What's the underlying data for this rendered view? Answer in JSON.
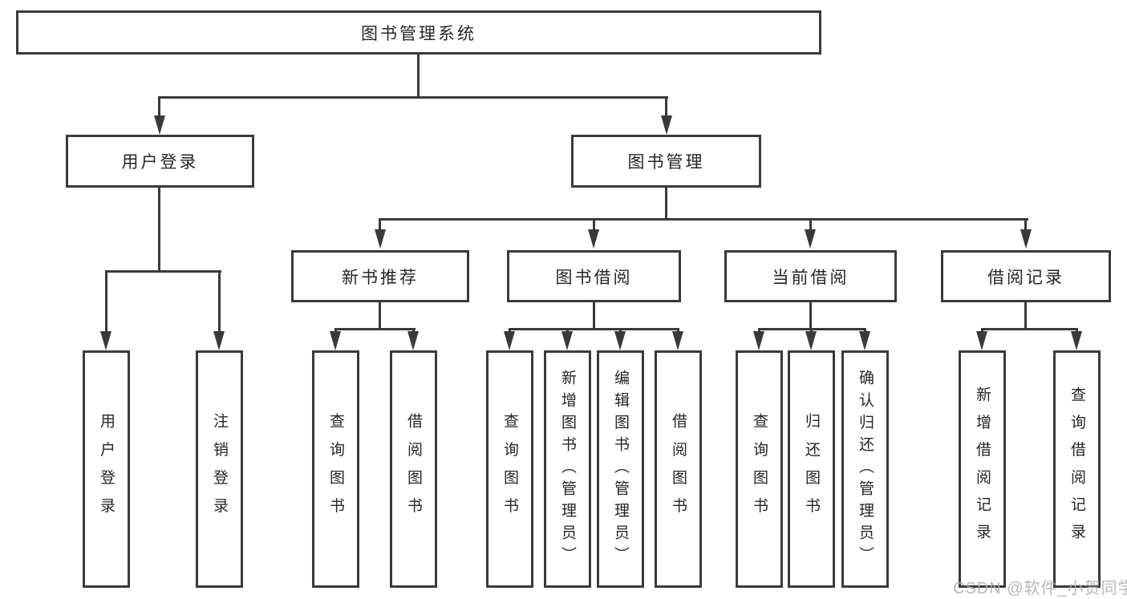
{
  "watermark": "CSDN @软件_小贺同学",
  "colors": {
    "line": "#3a3a3a",
    "text": "#262626",
    "background": "#ffffff",
    "watermark": "#b0b0b0"
  },
  "tree": {
    "label": "图书管理系统",
    "children": [
      {
        "label": "用户登录",
        "children": [
          {
            "label": "用户登录"
          },
          {
            "label": "注销登录"
          }
        ]
      },
      {
        "label": "图书管理",
        "children": [
          {
            "label": "新书推荐",
            "children": [
              {
                "label": "查询图书"
              },
              {
                "label": "借阅图书"
              }
            ]
          },
          {
            "label": "图书借阅",
            "children": [
              {
                "label": "查询图书"
              },
              {
                "label": "新增图书（管理员）"
              },
              {
                "label": "编辑图书（管理员）"
              },
              {
                "label": "借阅图书"
              }
            ]
          },
          {
            "label": "当前借阅",
            "children": [
              {
                "label": "查询图书"
              },
              {
                "label": "归还图书"
              },
              {
                "label": "确认归还（管理员）"
              }
            ]
          },
          {
            "label": "借阅记录",
            "children": [
              {
                "label": "新增借阅记录"
              },
              {
                "label": "查询借阅记录"
              }
            ]
          }
        ]
      }
    ]
  }
}
